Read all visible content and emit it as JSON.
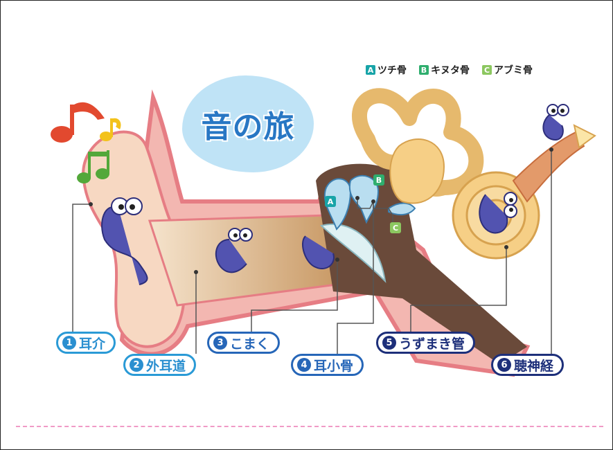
{
  "title": "音の旅",
  "legend": [
    {
      "letter": "A",
      "label": "ツチ骨",
      "color": "#18a4a8"
    },
    {
      "letter": "B",
      "label": "キヌタ骨",
      "color": "#2fae6e"
    },
    {
      "letter": "C",
      "label": "アブミ骨",
      "color": "#8cc760"
    }
  ],
  "parts": [
    {
      "number": "1",
      "name": "耳介"
    },
    {
      "number": "2",
      "name": "外耳道"
    },
    {
      "number": "3",
      "name": "こまく"
    },
    {
      "number": "4",
      "name": "耳小骨"
    },
    {
      "number": "5",
      "name": "うずまき管"
    },
    {
      "number": "6",
      "name": "聴神経"
    }
  ],
  "bone_tags": {
    "a": "A",
    "b": "B",
    "c": "C"
  },
  "colors": {
    "skin": "#f7d8c2",
    "tissue_outline": "#e67d84",
    "canal": "#dcb58a",
    "middle_ear": "#6a4a3a",
    "cochlea": "#f6cf86",
    "character": "#5253b0"
  }
}
